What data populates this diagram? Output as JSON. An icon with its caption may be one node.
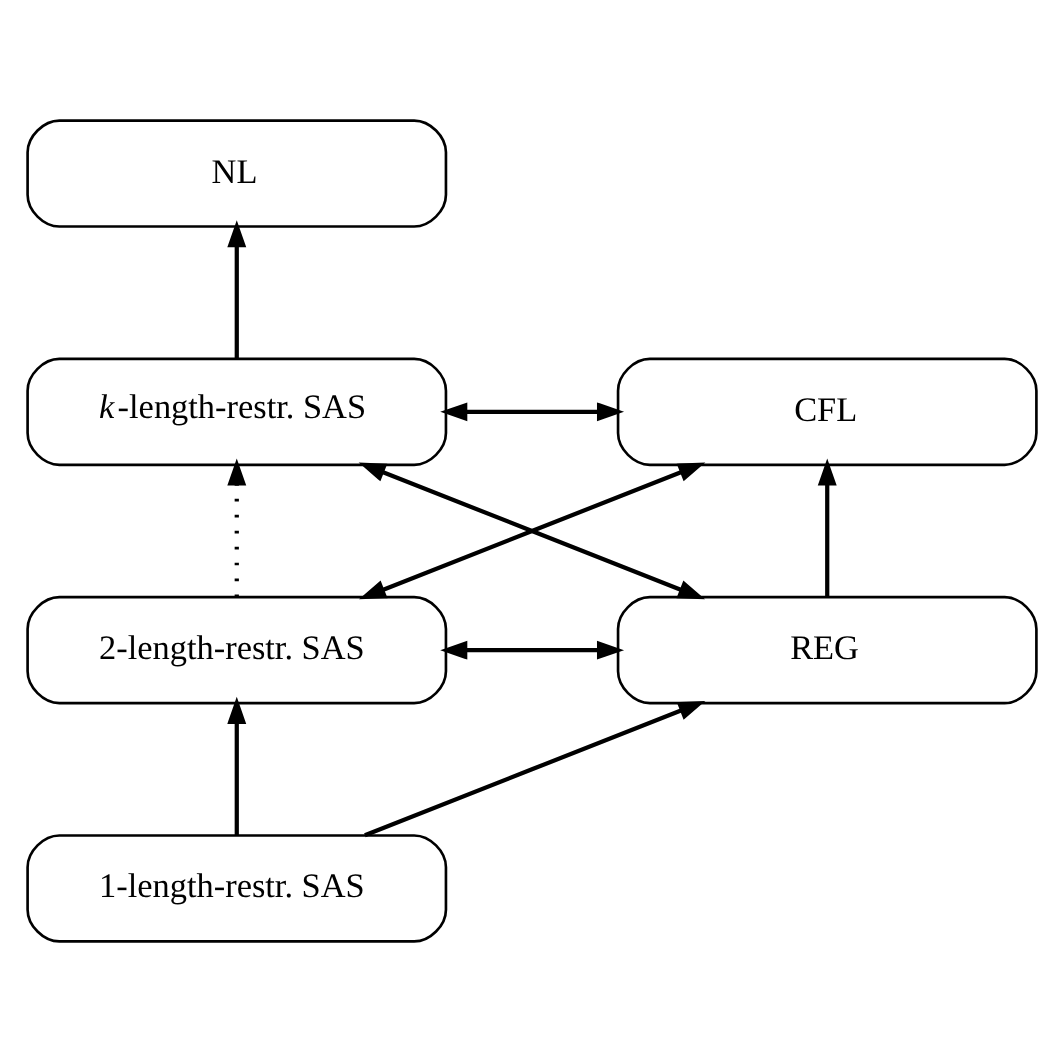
{
  "diagram": {
    "nodes": [
      {
        "text": [
          "NL"
        ]
      },
      {
        "text": [
          "*k*-length-restr. SAS"
        ]
      },
      {
        "text": [
          "CFL"
        ]
      },
      {
        "text": [
          "2-length-restr. SAS"
        ]
      },
      {
        "text": [
          "REG"
        ]
      },
      {
        "text": [
          "1-length-restr. SAS"
        ]
      }
    ],
    "edges": [
      {
        "from": 1,
        "to": 0,
        "arrow": "to"
      },
      {
        "from": 1,
        "to": 2,
        "arrow": "both"
      },
      {
        "from": 3,
        "to": 1,
        "arrow": "to",
        "style": "dashed"
      },
      {
        "from": 1,
        "to": 4,
        "arrow": "both"
      },
      {
        "from": 3,
        "to": 2,
        "arrow": "both"
      },
      {
        "from": 3,
        "to": 4,
        "arrow": "both"
      },
      {
        "from": 4,
        "to": 2,
        "arrow": "to"
      },
      {
        "from": 5,
        "to": 3,
        "arrow": "to"
      },
      {
        "from": 5,
        "to": 4,
        "arrow": "to"
      }
    ]
  }
}
